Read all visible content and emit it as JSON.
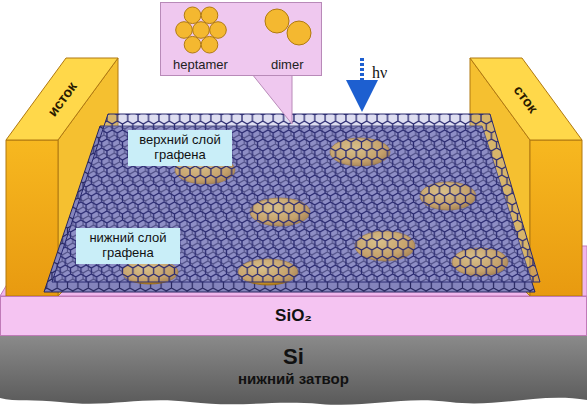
{
  "diagram": {
    "nodes": [
      {
        "text": [
          "heptamer",
          "dimer"
        ]
      },
      {
        "text": [
          "исток"
        ]
      },
      {
        "text": [
          "сток"
        ]
      },
      {
        "text": [
          "верхний слой графена"
        ]
      },
      {
        "text": [
          "нижний слой графена"
        ]
      },
      {
        "text": [
          "SiO₂"
        ]
      },
      {
        "text": [
          "Si",
          "нижний затвор"
        ]
      }
    ],
    "labels": [
      "hν"
    ]
  }
}
